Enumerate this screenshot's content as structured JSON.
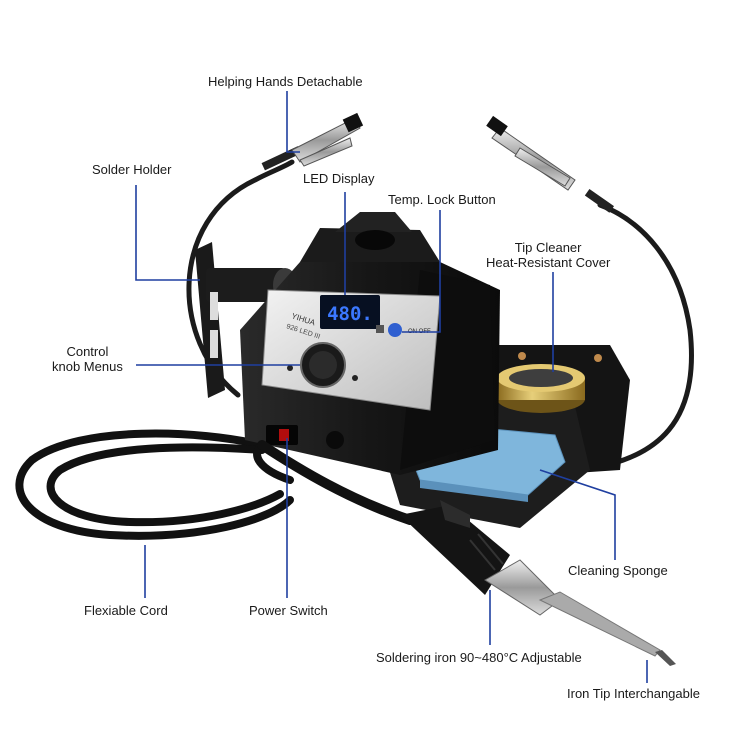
{
  "callouts": {
    "helping_hands": "Helping Hands Detachable",
    "solder_holder": "Solder Holder",
    "led_display": "LED Display",
    "temp_lock": "Temp. Lock Button",
    "tip_cleaner_line1": "Tip Cleaner",
    "tip_cleaner_line2": "Heat-Resistant Cover",
    "control_line1": "Control",
    "control_line2": "knob Menus",
    "cleaning_sponge": "Cleaning Sponge",
    "flexible_cord": "Flexiable Cord",
    "power_switch": "Power Switch",
    "soldering_iron": "Soldering iron 90~480°C Adjustable",
    "iron_tip": "Iron Tip  Interchangable"
  },
  "product": {
    "display_value": "480.",
    "brand_text": "YIHUA",
    "model_text": "926 LED III",
    "lock_label": "ON OFF"
  },
  "colors": {
    "accent": "#1f3fa0",
    "display_blue": "#3b78ff",
    "sponge": "#7fb6dc",
    "body": "#151515",
    "brass": "#c8a845"
  }
}
